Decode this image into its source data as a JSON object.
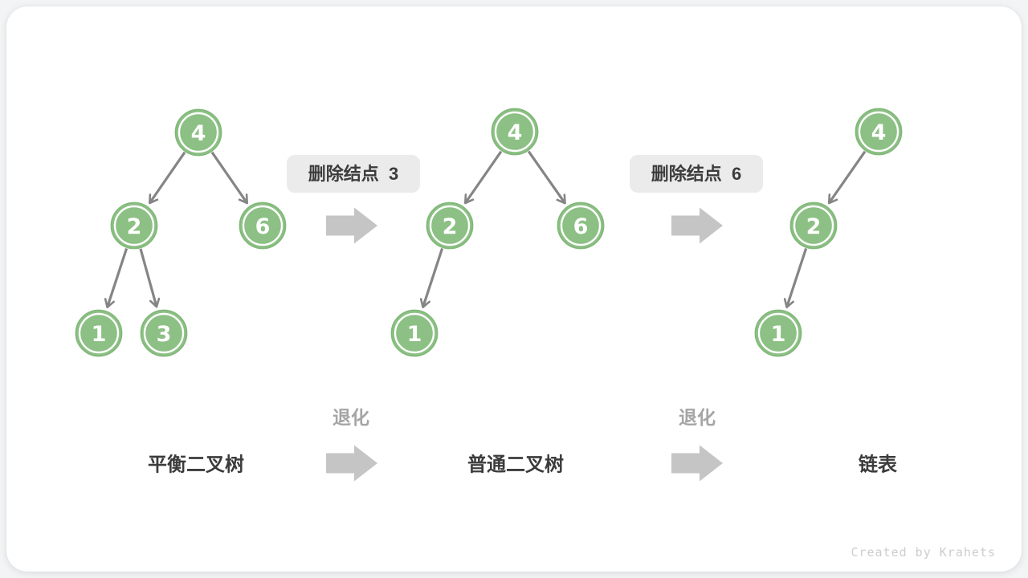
{
  "colors": {
    "page_bg": "#f3f4f5",
    "card_bg": "#ffffff",
    "node_fill": "#8cc084",
    "node_stroke": "#83b87b",
    "node_ring": "#ffffff",
    "node_text": "#ffffff",
    "edge": "#858585",
    "label_box_bg": "#ebebeb",
    "text_dark": "#3c3c3c",
    "text_muted": "#a5a5a5",
    "block_arrow": "#c5c5c5",
    "watermark": "#cdcdcd"
  },
  "trees": [
    {
      "label": "平衡二叉树",
      "nodes": [
        {
          "value": "4"
        },
        {
          "value": "2"
        },
        {
          "value": "6"
        },
        {
          "value": "1"
        },
        {
          "value": "3"
        }
      ],
      "edges": [
        {
          "from": "4",
          "to": "2"
        },
        {
          "from": "4",
          "to": "6"
        },
        {
          "from": "2",
          "to": "1"
        },
        {
          "from": "2",
          "to": "3"
        }
      ]
    },
    {
      "label": "普通二叉树",
      "nodes": [
        {
          "value": "4"
        },
        {
          "value": "2"
        },
        {
          "value": "6"
        },
        {
          "value": "1"
        }
      ],
      "edges": [
        {
          "from": "4",
          "to": "2"
        },
        {
          "from": "4",
          "to": "6"
        },
        {
          "from": "2",
          "to": "1"
        }
      ]
    },
    {
      "label": "链表",
      "nodes": [
        {
          "value": "4"
        },
        {
          "value": "2"
        },
        {
          "value": "1"
        }
      ],
      "edges": [
        {
          "from": "4",
          "to": "2"
        },
        {
          "from": "2",
          "to": "1"
        }
      ]
    }
  ],
  "transitions": [
    {
      "delete_label": "删除结点  3",
      "degrade_label": "退化"
    },
    {
      "delete_label": "删除结点  6",
      "degrade_label": "退化"
    }
  ],
  "watermark": "Created by Krahets"
}
